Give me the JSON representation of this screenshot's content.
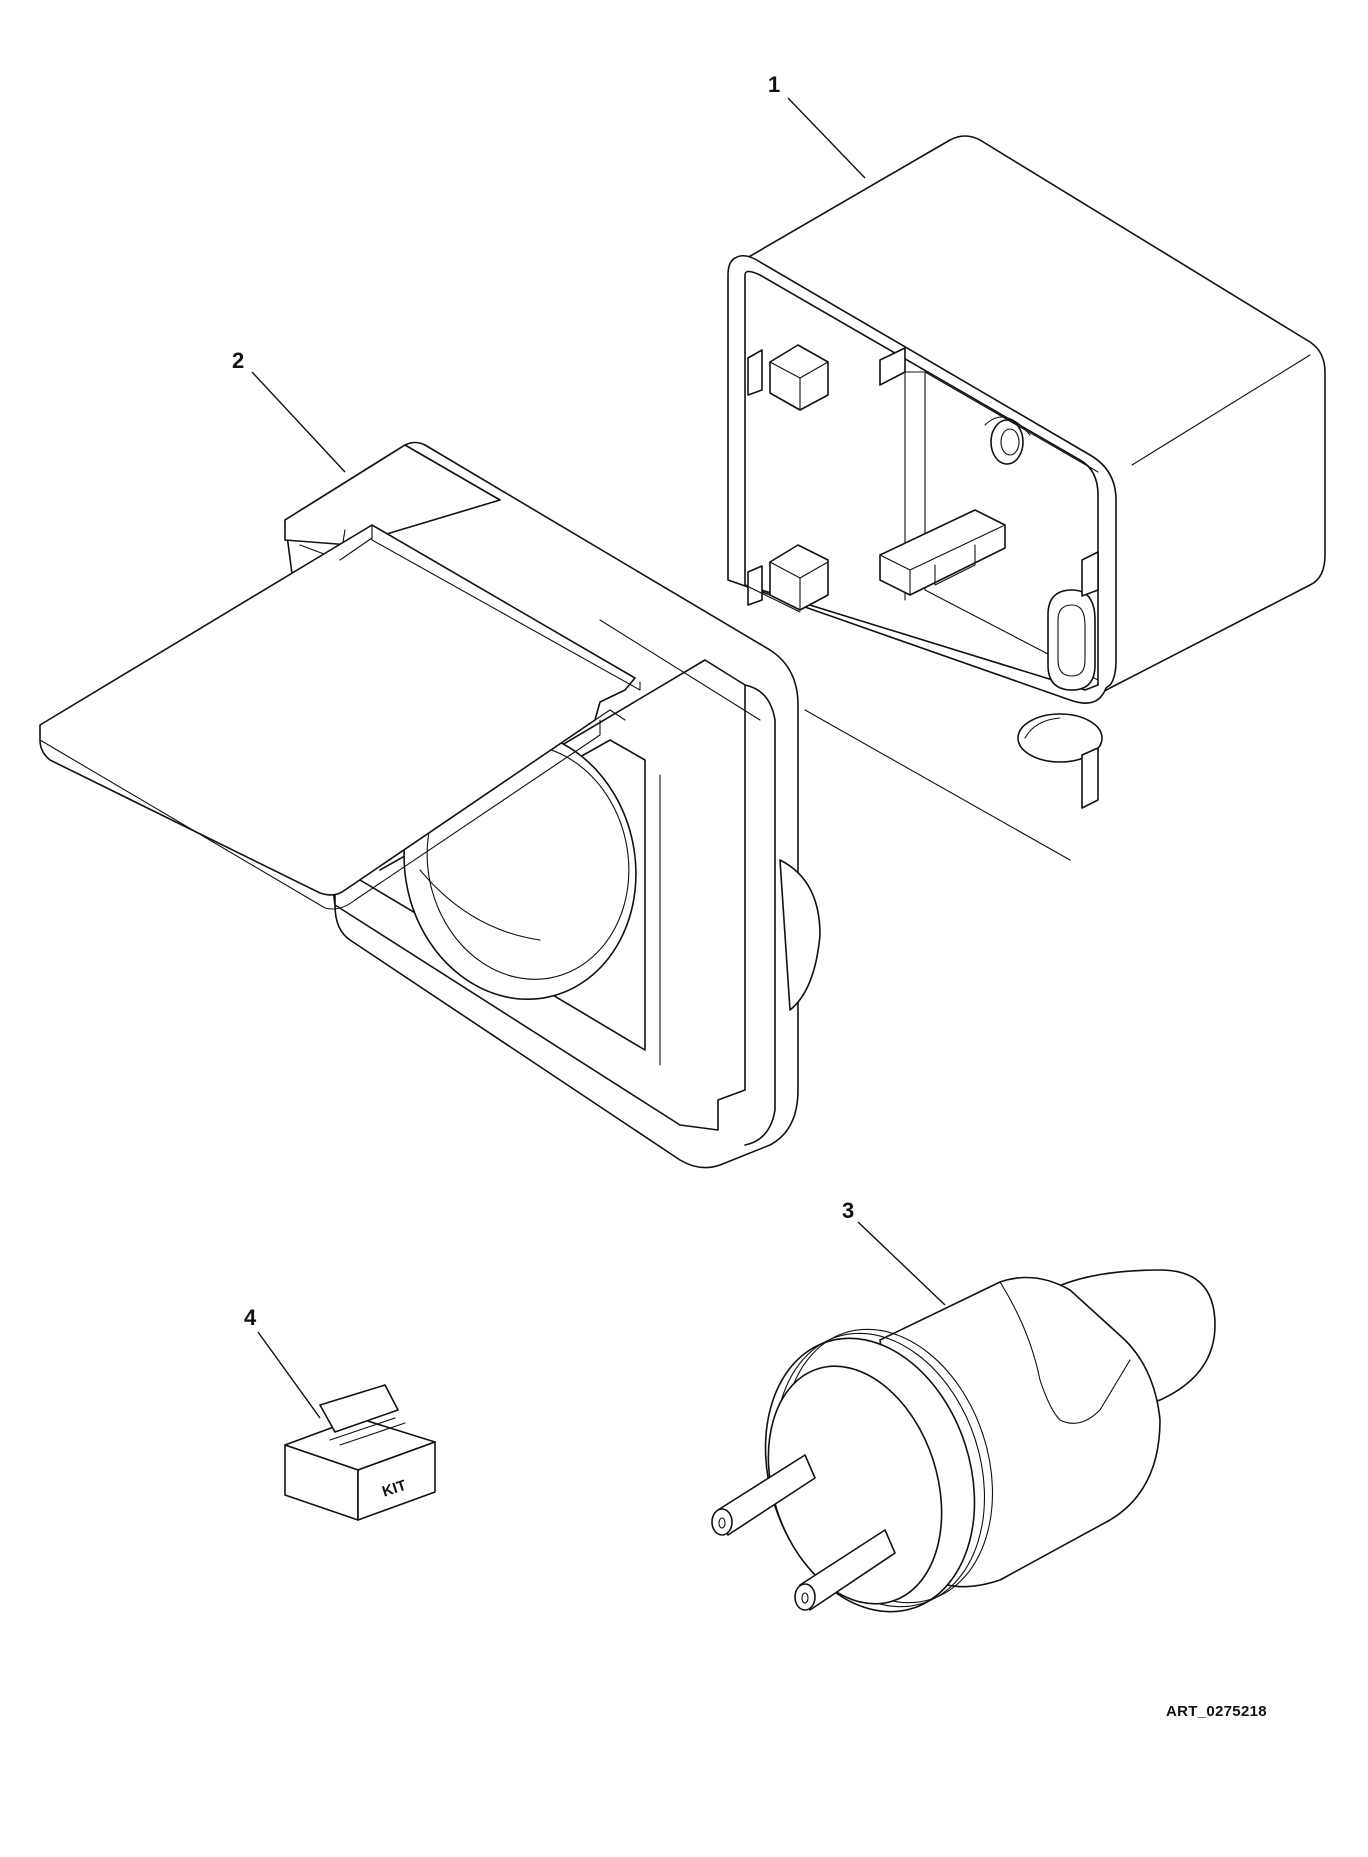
{
  "callouts": {
    "item_1": "1",
    "item_2": "2",
    "item_3": "3",
    "item_4": "4"
  },
  "kit_label": "KIT",
  "art_reference": "ART_0275218"
}
